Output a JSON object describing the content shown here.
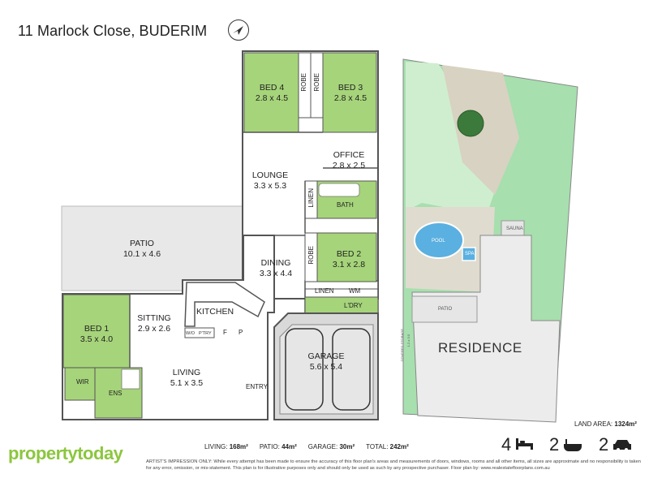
{
  "header": {
    "title": "11 Marlock Close, BUDERIM"
  },
  "rooms": {
    "bed4": {
      "name": "BED 4",
      "dim": "2.8 x 4.5"
    },
    "bed3": {
      "name": "BED 3",
      "dim": "2.8 x 4.5"
    },
    "robe_a": "ROBE",
    "robe_b": "ROBE",
    "office": {
      "name": "OFFICE",
      "dim": "2.8 x 2.5"
    },
    "lounge": {
      "name": "LOUNGE",
      "dim": "3.3 x 5.3"
    },
    "linen_a": "LINEN",
    "bath": "BATH",
    "bed2": {
      "name": "BED 2",
      "dim": "3.1 x 2.8"
    },
    "robe_c": "ROBE",
    "dining": {
      "name": "DINING",
      "dim": "3.3 x 4.4"
    },
    "linen_b": "LINEN",
    "wm": "WM",
    "ldry": "L'DRY",
    "patio": {
      "name": "PATIO",
      "dim": "10.1 x 4.6"
    },
    "kitchen": "KITCHEN",
    "sitting": {
      "name": "SITTING",
      "dim": "2.9 x 2.6"
    },
    "bed1": {
      "name": "BED 1",
      "dim": "3.5 x 4.0"
    },
    "wo": "W/O",
    "ptry": "P'TRY",
    "f": "F",
    "p": "P",
    "living": {
      "name": "LIVING",
      "dim": "5.1 x 3.5"
    },
    "wir": "WIR",
    "ens": "ENS",
    "entry": "ENTRY",
    "garage": {
      "name": "GARAGE",
      "dim": "5.6 x 5.4"
    }
  },
  "site": {
    "pool": "POOL",
    "spa": "SPA",
    "sauna": "SAUNA",
    "patio": "PATIO",
    "residence": "RESIDENCE",
    "covered_storage": "COVERED STORAGE",
    "covered_storage_dim": "1.2 x 3.0"
  },
  "land_area": {
    "label": "LAND AREA:",
    "value": "1324m²"
  },
  "stats": [
    {
      "label": "LIVING:",
      "value": "168m²"
    },
    {
      "label": "PATIO:",
      "value": "44m²"
    },
    {
      "label": "GARAGE:",
      "value": "30m²"
    },
    {
      "label": "TOTAL:",
      "value": "242m²"
    }
  ],
  "features": {
    "beds": "4",
    "baths": "2",
    "cars": "2"
  },
  "brand": {
    "name": "propertytoday"
  },
  "disclaimer": "ARTIST'S IMPRESSION ONLY: While every attempt has been made to ensure the accuracy of this floor plan's areas and measurements of doors, windows, rooms and all other items, all sizes are approximate and no responsibility is taken for any error, omission, or mis-statement. This plan is for illustrative purposes only and should only be used as such by any prospective purchaser. Floor plan by: www.realestatefloorplans.com.au",
  "colors": {
    "bed_fill": "#a6d47a",
    "wet_fill": "#8cc63f",
    "floor_fill": "#ffffff",
    "patio_fill": "#e8e8e8",
    "garage_fill": "#d9d9d9",
    "lawn": "#a7dfae",
    "wall": "#555555",
    "pool": "#5ab0e0"
  },
  "icons": [
    "compass-icon",
    "bed-icon",
    "bath-icon",
    "car-icon"
  ]
}
